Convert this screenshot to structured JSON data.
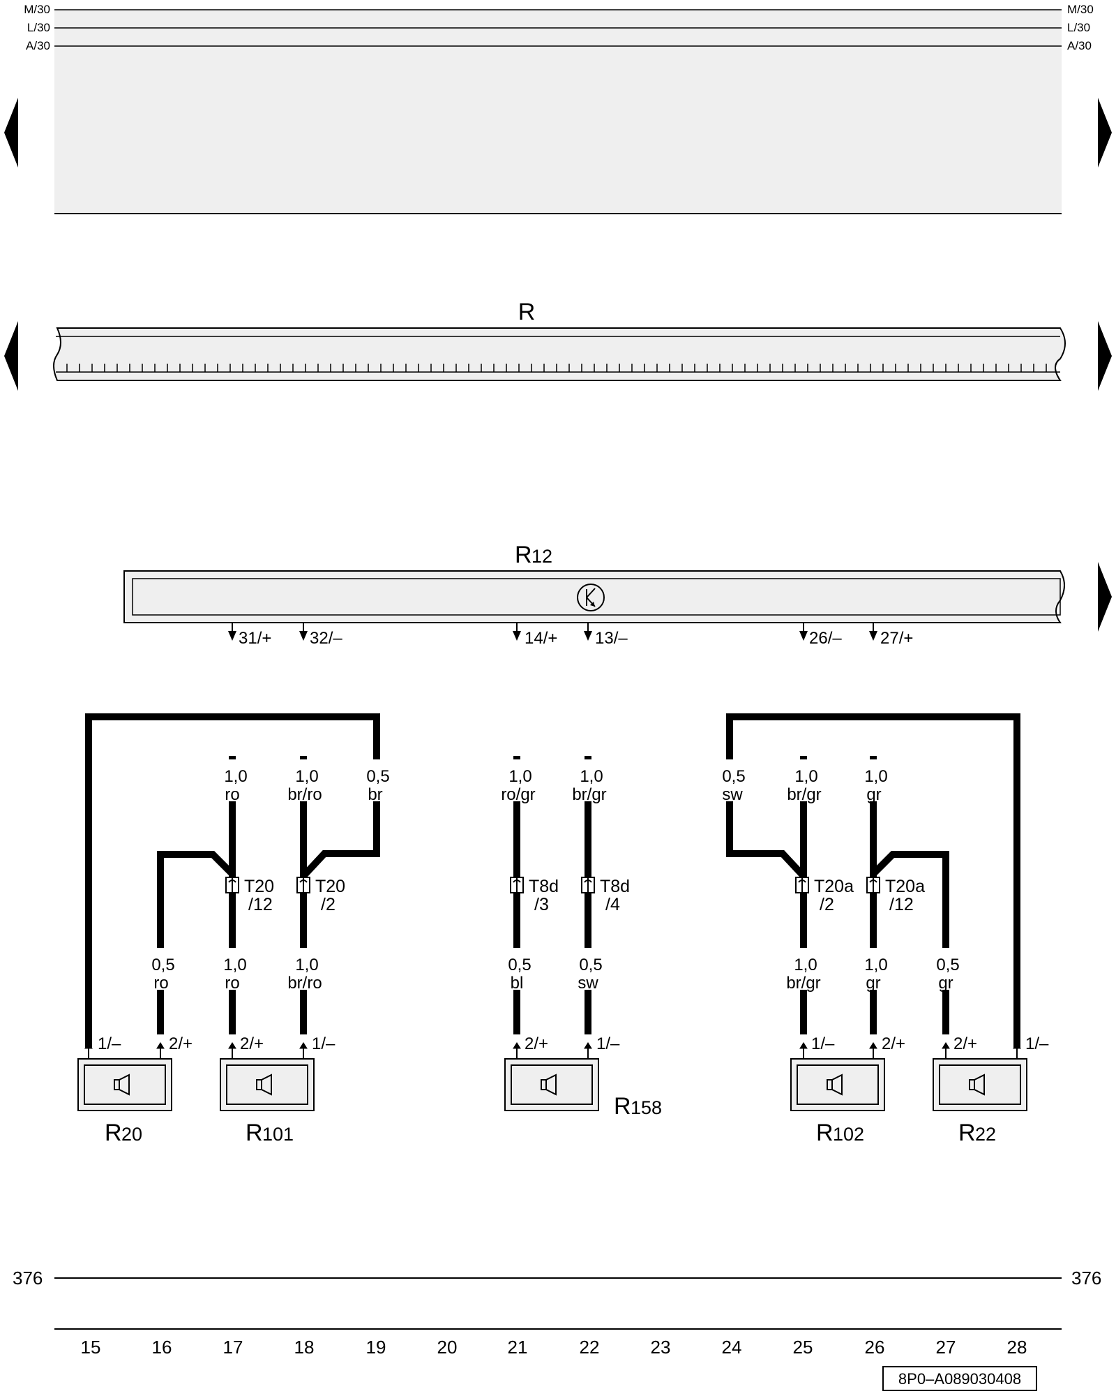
{
  "rails": {
    "left": [
      "M/30",
      "L/30",
      "A/30"
    ],
    "right": [
      "M/30",
      "L/30",
      "A/30"
    ]
  },
  "radio": {
    "label": "R"
  },
  "amplifier": {
    "label": "R",
    "sub": "12",
    "pins": [
      "31/+",
      "32/–",
      "14/+",
      "13/–",
      "26/–",
      "27/+"
    ]
  },
  "wires_upper": [
    {
      "size": "1,0",
      "color": "ro"
    },
    {
      "size": "1,0",
      "color": "br/ro"
    },
    {
      "size": "0,5",
      "color": "br"
    },
    {
      "size": "1,0",
      "color": "ro/gr"
    },
    {
      "size": "1,0",
      "color": "br/gr"
    },
    {
      "size": "0,5",
      "color": "sw"
    },
    {
      "size": "1,0",
      "color": "br/gr"
    },
    {
      "size": "1,0",
      "color": "gr"
    }
  ],
  "connectors": [
    {
      "name": "T20",
      "pin": "/12"
    },
    {
      "name": "T20",
      "pin": "/2"
    },
    {
      "name": "T8d",
      "pin": "/3"
    },
    {
      "name": "T8d",
      "pin": "/4"
    },
    {
      "name": "T20a",
      "pin": "/2"
    },
    {
      "name": "T20a",
      "pin": "/12"
    }
  ],
  "wires_lower": [
    {
      "size": "0,5",
      "color": "ro"
    },
    {
      "size": "1,0",
      "color": "ro"
    },
    {
      "size": "1,0",
      "color": "br/ro"
    },
    {
      "size": "0,5",
      "color": "bl"
    },
    {
      "size": "0,5",
      "color": "sw"
    },
    {
      "size": "1,0",
      "color": "br/gr"
    },
    {
      "size": "1,0",
      "color": "gr"
    },
    {
      "size": "0,5",
      "color": "gr"
    }
  ],
  "speaker_pins": [
    "1/–",
    "2/+",
    "2/+",
    "1/–",
    "2/+",
    "1/–",
    "1/–",
    "2/+",
    "2/+",
    "1/–"
  ],
  "speakers": [
    {
      "label": "R",
      "sub": "20"
    },
    {
      "label": "R",
      "sub": "101"
    },
    {
      "label": "R",
      "sub": "158"
    },
    {
      "label": "R",
      "sub": "102"
    },
    {
      "label": "R",
      "sub": "22"
    }
  ],
  "ground": {
    "left": "376",
    "right": "376"
  },
  "columns": [
    "15",
    "16",
    "17",
    "18",
    "19",
    "20",
    "21",
    "22",
    "23",
    "24",
    "25",
    "26",
    "27",
    "28"
  ],
  "reference": "8P0–A089030408"
}
